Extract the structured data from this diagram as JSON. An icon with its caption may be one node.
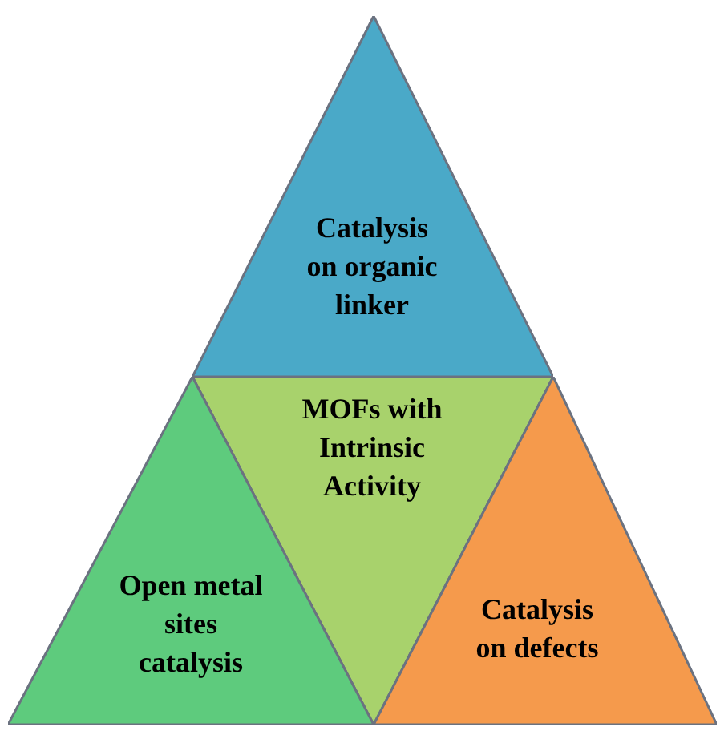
{
  "diagram": {
    "nodes": [
      {
        "text": [
          "Catalysis on organic linker"
        ]
      },
      {
        "text": [
          "MOFs with Intrinsic Activity"
        ]
      },
      {
        "text": [
          "Open metal sites catalysis"
        ]
      },
      {
        "text": [
          "Catalysis on defects"
        ]
      }
    ],
    "edges": []
  }
}
